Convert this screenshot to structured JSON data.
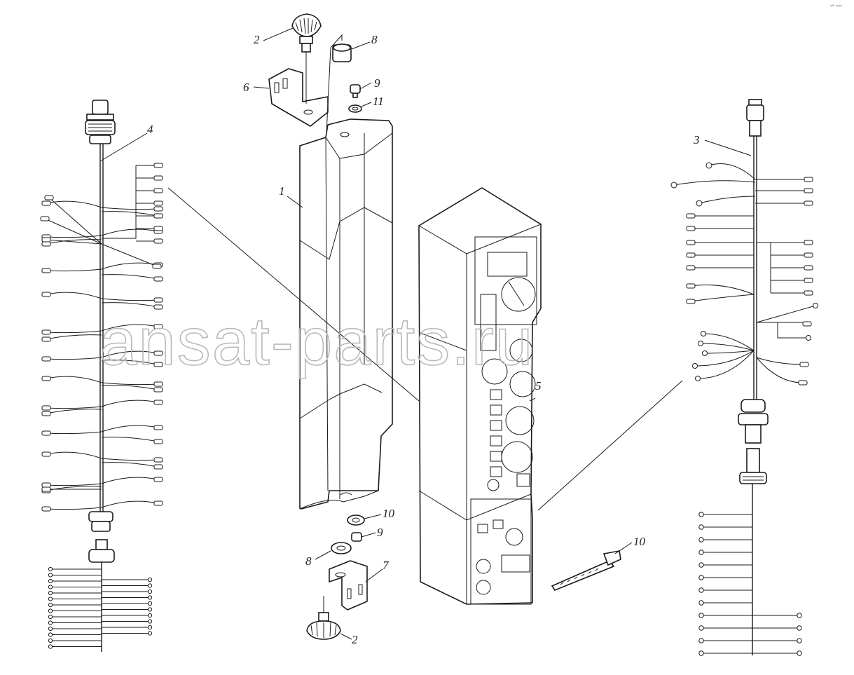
{
  "watermark": "ansat-parts.ru",
  "corner_mark": "⁰° ⁰⁰⁰",
  "callouts": {
    "c1": "1",
    "c2_top": "2",
    "c2_bottom": "2",
    "c3": "3",
    "c4": "4",
    "c5": "5",
    "c6": "6",
    "c7": "7",
    "c8_top": "8",
    "c8_bottom": "8",
    "c9_top": "9",
    "c9_bottom": "9",
    "c10_washer": "10",
    "c10_strap": "10",
    "c11": "11"
  },
  "colors": {
    "line": "#1a1a1a",
    "watermark": "#b9b9b9",
    "background": "#ffffff"
  }
}
